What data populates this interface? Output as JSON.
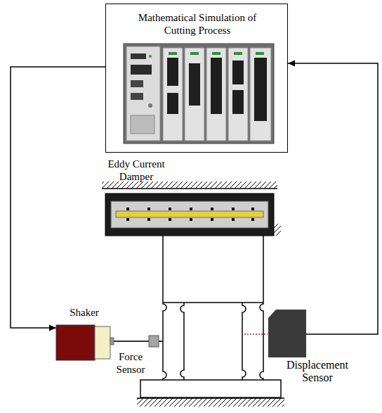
{
  "diagram": {
    "nodes": [
      {
        "text": [
          "Mathematical Simulation of Cutting Process"
        ]
      },
      {
        "text": [
          "Eddy Current Damper"
        ]
      },
      {
        "text": [
          "Shaker"
        ]
      },
      {
        "text": [
          "Force Sensor"
        ]
      },
      {
        "text": [
          "Displacement Sensor"
        ]
      }
    ],
    "edges": [
      {
        "from": 0,
        "to": 2,
        "arrow": "to"
      },
      {
        "from": 4,
        "to": 0,
        "arrow": "to"
      }
    ]
  }
}
